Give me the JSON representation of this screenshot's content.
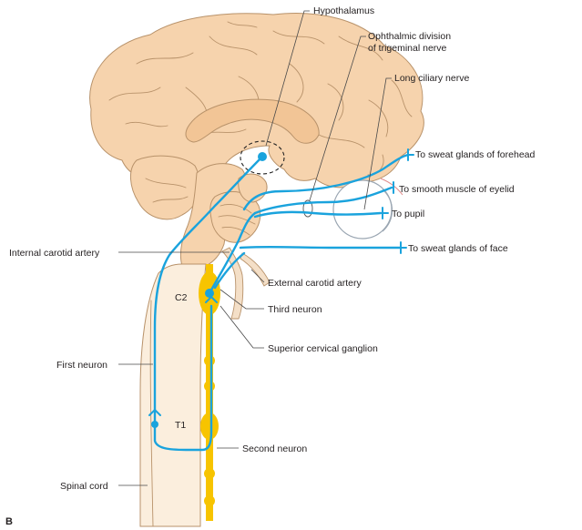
{
  "labels": {
    "hypothalamus": "Hypothalamus",
    "ophthalmic_1": "Ophthalmic division",
    "ophthalmic_2": "of trigeminal nerve",
    "long_ciliary": "Long ciliary nerve",
    "forehead": "To sweat glands of forehead",
    "eyelid": "To smooth muscle of eyelid",
    "pupil": "To pupil",
    "face": "To sweat glands of face",
    "internal_carotid": "Internal carotid artery",
    "external_carotid": "External carotid artery",
    "c2": "C2",
    "third_neuron": "Third neuron",
    "superior_cervical": "Superior cervical ganglion",
    "first_neuron": "First neuron",
    "t1": "T1",
    "second_neuron": "Second neuron",
    "spinal_cord": "Spinal cord",
    "panel": "B"
  },
  "colors": {
    "nerve": "#1aa3dd",
    "brain": "#f6d3ad",
    "brain_outline": "#b8926a",
    "sympathetic_chain": "#f7c400",
    "eye_outline": "#9aa6b2"
  }
}
